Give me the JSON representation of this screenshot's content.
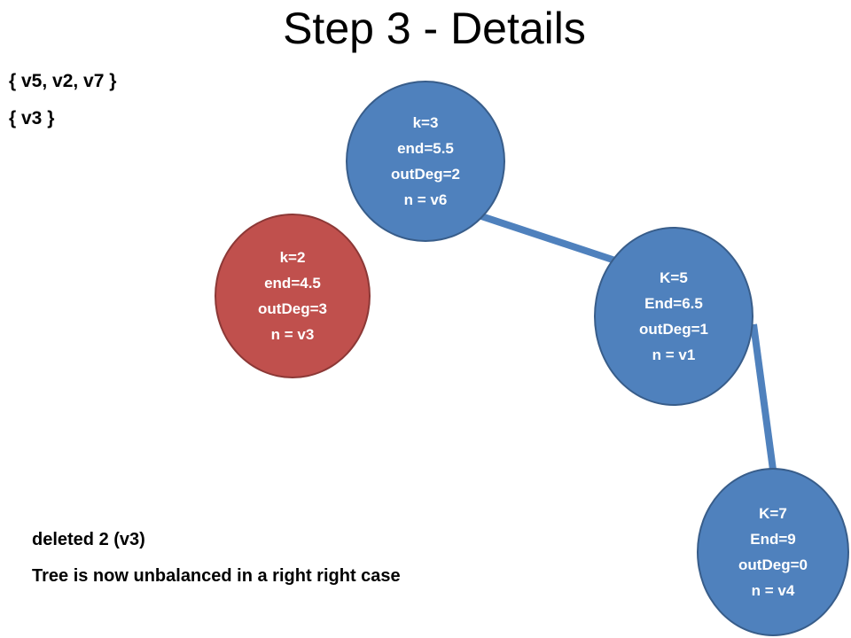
{
  "title": "Step 3 - Details",
  "sets": [
    "{ v5, v2, v7 }",
    "{ v3 }"
  ],
  "notes": [
    "deleted 2 (v3)",
    "Tree is now unbalanced in a right right case"
  ],
  "colors": {
    "node_blue": "#4f81bd",
    "node_red": "#c0504d",
    "edge": "#4f81bd"
  },
  "nodes": [
    {
      "id": "v6",
      "lines": [
        "k=3",
        "end=5.5",
        "outDeg=2",
        "n = v6"
      ],
      "color": "blue"
    },
    {
      "id": "v3",
      "lines": [
        "k=2",
        "end=4.5",
        "outDeg=3",
        "n = v3"
      ],
      "color": "red"
    },
    {
      "id": "v1",
      "lines": [
        "K=5",
        "End=6.5",
        "outDeg=1",
        "n = v1"
      ],
      "color": "blue"
    },
    {
      "id": "v4",
      "lines": [
        "K=7",
        "End=9",
        "outDeg=0",
        "n = v4"
      ],
      "color": "blue"
    }
  ],
  "edges": [
    {
      "from": "v6",
      "to": "v1"
    },
    {
      "from": "v1",
      "to": "v4"
    }
  ]
}
